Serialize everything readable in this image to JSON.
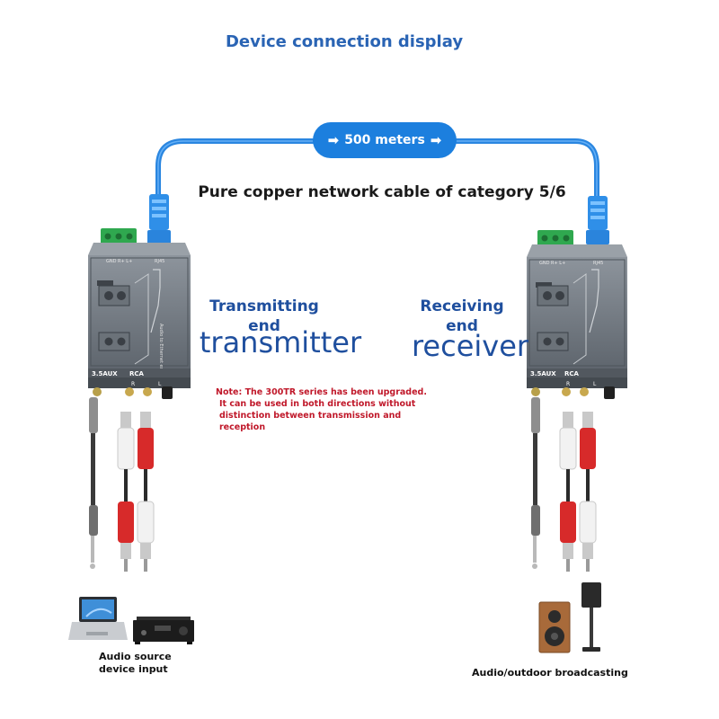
{
  "title": "Device connection display",
  "distance_label": "500 meters",
  "cable_label": "Pure copper network cable of category 5/6",
  "transmit": {
    "line1": "Transmitting",
    "line2": "end",
    "big": "transmitter"
  },
  "receive": {
    "line1": "Receiving",
    "line2": "end",
    "big": "receiver"
  },
  "note": [
    "Note: The 300TR series has been upgraded.",
    "It can be used in both directions without",
    "distinction between transmission and reception"
  ],
  "device": {
    "port_aux": "3.5AUX",
    "port_rca": "RCA",
    "rca_r": "R",
    "rca_l": "L",
    "rj45": "RJ45",
    "model_text": "Audio to Ethernet extender"
  },
  "source_caption": [
    "Audio source",
    "device input"
  ],
  "output_caption": "Audio/outdoor broadcasting",
  "colors": {
    "accent_blue": "#1c7fde",
    "title_blue": "#2a64b4",
    "note_red": "#c0182a",
    "device_gray": "#7d8590",
    "terminal_green": "#2fa84f"
  }
}
